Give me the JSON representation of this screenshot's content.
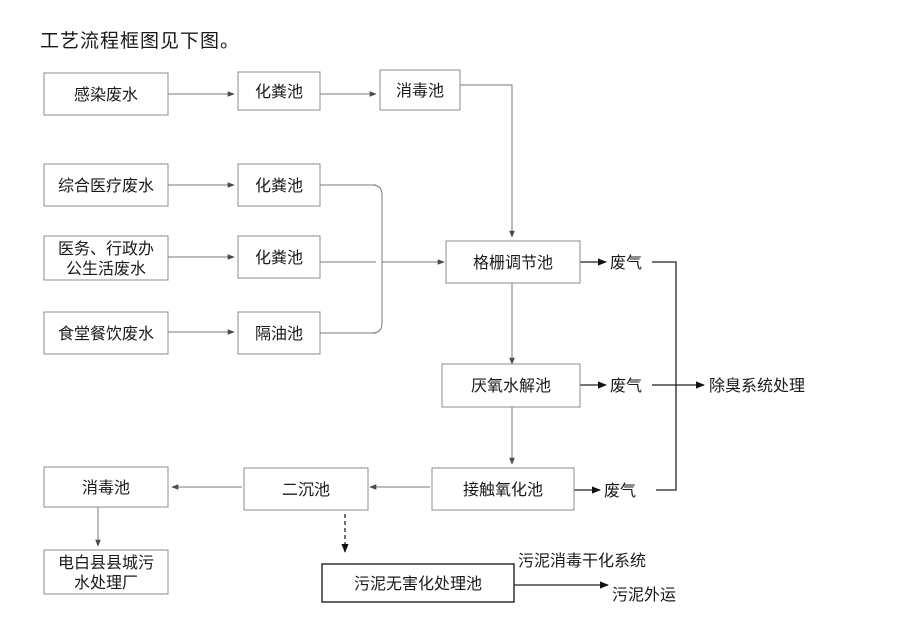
{
  "title": "工艺流程框图见下图。",
  "nodes": {
    "infect": "感染废水",
    "septic1": "化粪池",
    "disinfect1": "消毒池",
    "medical": "综合医疗废水",
    "septic2": "化粪池",
    "office_l1": "医务、行政办",
    "office_l2": "公生活废水",
    "septic3": "化粪池",
    "canteen": "食堂餐饮废水",
    "grease": "隔油池",
    "grid": "格栅调节池",
    "anaerobic": "厌氧水解池",
    "contact": "接触氧化池",
    "secondary": "二沉池",
    "disinfect2": "消毒池",
    "plant_l1": "电白县县城污",
    "plant_l2": "水处理厂",
    "sludge": "污泥无害化处理池"
  },
  "labels": {
    "gas1": "废气",
    "gas2": "废气",
    "gas3": "废气",
    "deodor": "除臭系统处理",
    "sludge_dry": "污泥消毒干化系统",
    "sludge_out": "污泥外运"
  }
}
